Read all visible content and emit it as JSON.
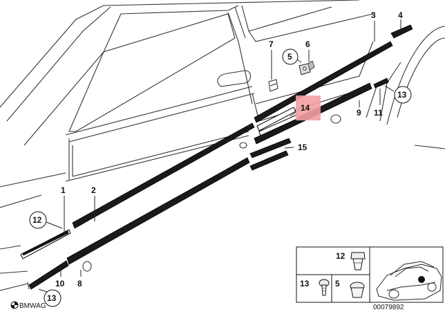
{
  "parts": {
    "p1": "1",
    "p2": "2",
    "p3": "3",
    "p4": "4",
    "p5": "5",
    "p6": "6",
    "p7": "7",
    "p8": "8",
    "p9": "9",
    "p10": "10",
    "p11": "11",
    "p12": "12",
    "p13": "13",
    "p14": "14",
    "p15": "15"
  },
  "inset": {
    "p12": "12",
    "p13": "13",
    "p5": "5"
  },
  "highlight_color": "#f2a0a0",
  "logo_text": "BMWAG",
  "doc_number": "00079892"
}
